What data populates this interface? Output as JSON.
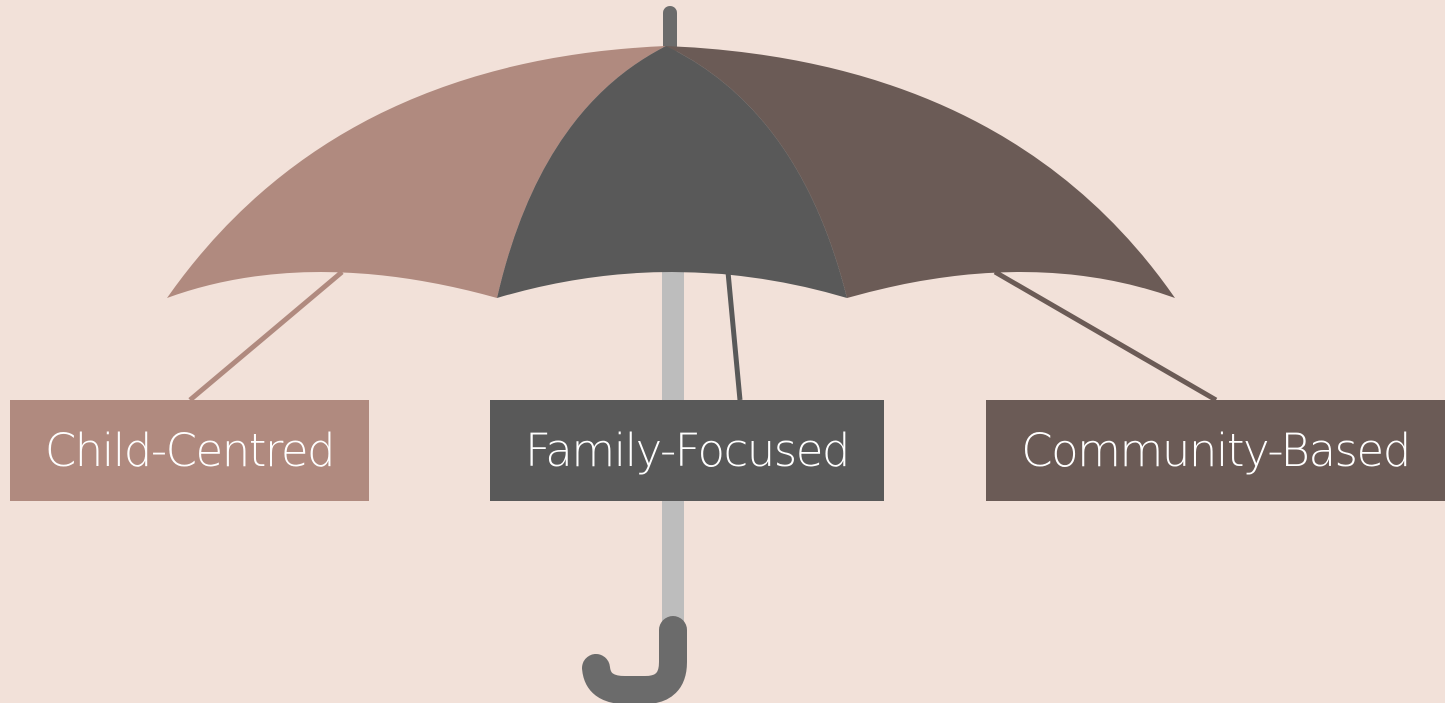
{
  "colors": {
    "background": "#f2e1d9",
    "child": "#b08a7f",
    "family": "#595959",
    "community": "#6b5b56",
    "shaft": "#bdbdbd",
    "tip_and_handle": "#6b6b6b"
  },
  "labels": [
    {
      "key": "child",
      "text": "Child-Centred"
    },
    {
      "key": "family",
      "text": "Family-Focused"
    },
    {
      "key": "community",
      "text": "Community-Based"
    }
  ]
}
